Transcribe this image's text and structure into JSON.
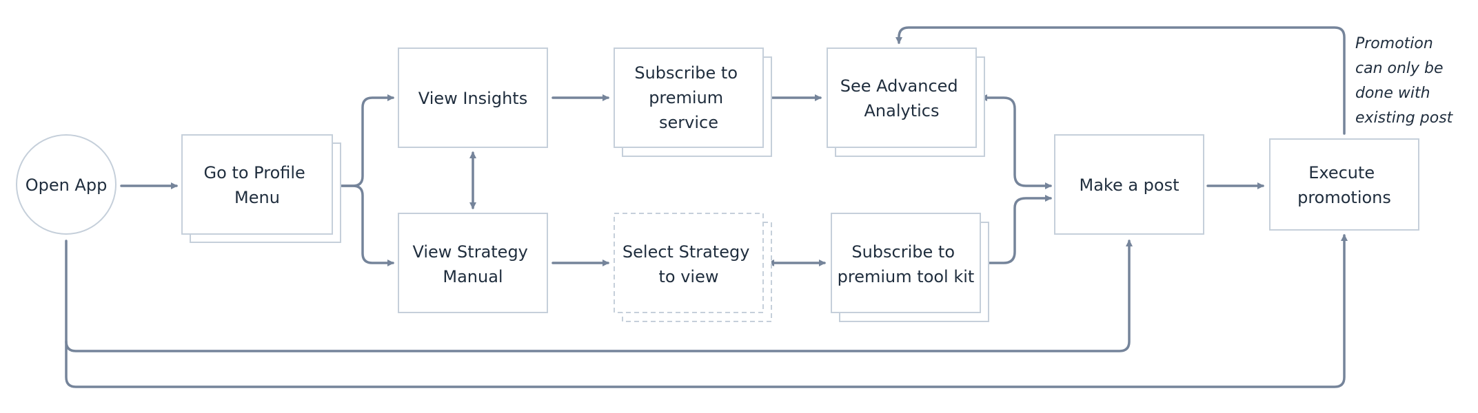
{
  "nodes": {
    "open_app": "Open App",
    "profile_menu": [
      "Go to Profile",
      "Menu"
    ],
    "view_insights": [
      "View Insights"
    ],
    "subscribe_premium_service": [
      "Subscribe to",
      "premium",
      "service"
    ],
    "advanced_analytics": [
      "See Advanced",
      "Analytics"
    ],
    "strategy_manual": [
      "View Strategy",
      "Manual"
    ],
    "select_strategy": [
      "Select Strategy",
      "to view"
    ],
    "premium_tool_kit": [
      "Subscribe to",
      "premium tool kit"
    ],
    "make_post": [
      "Make a post"
    ],
    "execute_promotions": [
      "Execute",
      "promotions"
    ]
  },
  "annotation": [
    "Promotion",
    "can only be",
    "done with",
    "existing post"
  ],
  "colors": {
    "edge": "#75849a",
    "border": "#c5cfda",
    "text": "#1f2d3d"
  }
}
